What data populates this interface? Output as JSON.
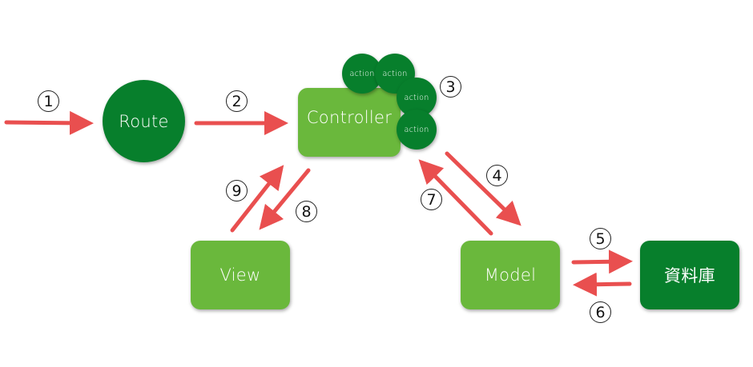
{
  "nodes": {
    "route": "Route",
    "controller": "Controller",
    "view": "View",
    "model": "Model",
    "database": "資料庫",
    "actions": [
      "action",
      "action",
      "action",
      "action"
    ]
  },
  "steps": [
    "1",
    "2",
    "3",
    "4",
    "5",
    "6",
    "7",
    "8",
    "9"
  ],
  "colors": {
    "light_node": "#6ab83c",
    "dark_node": "#077f2c",
    "arrow": "#e94f4f"
  }
}
